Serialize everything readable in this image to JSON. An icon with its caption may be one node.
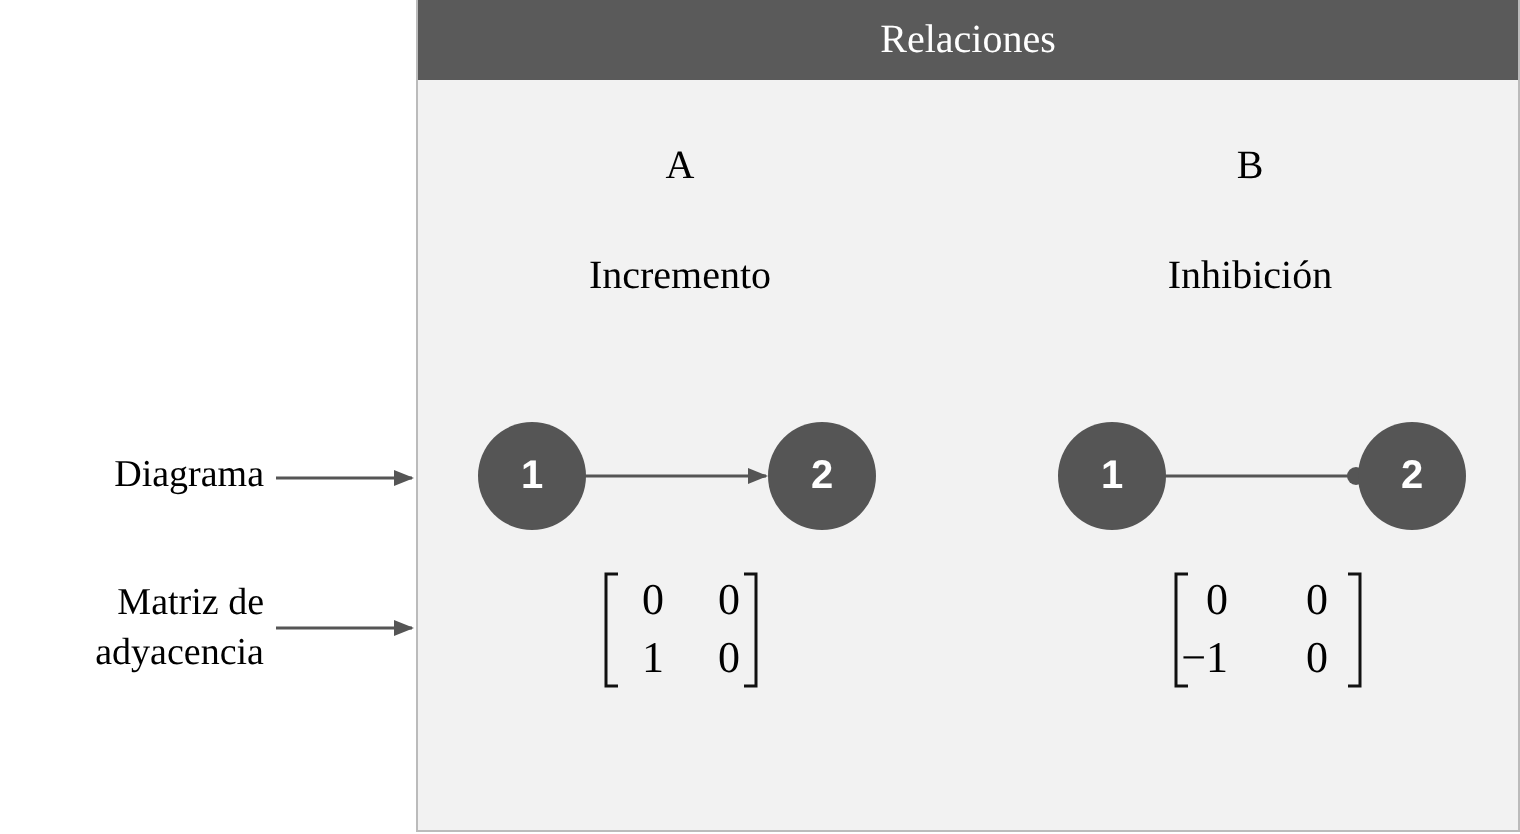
{
  "diagram": {
    "nodes": [
      {
        "text": [
          "Relaciones"
        ]
      },
      {
        "text": [
          "1"
        ],
        "in": 0
      },
      {
        "text": [
          "2"
        ],
        "in": 0
      },
      {
        "text": [
          "1"
        ],
        "in": 0
      },
      {
        "text": [
          "2"
        ],
        "in": 0
      },
      {
        "text": [
          "Diagrama"
        ]
      },
      {
        "text": [
          "Matriz de adyacencia"
        ]
      }
    ],
    "edges": [
      {
        "from": 1,
        "to": 2,
        "arrow": "to"
      },
      {
        "from": 3,
        "to": 4,
        "arrow": "other"
      },
      {
        "from": 5,
        "to": 0,
        "arrow": "to"
      },
      {
        "from": 6,
        "to": 0,
        "arrow": "to"
      }
    ],
    "labels": [
      "A",
      "Incremento",
      "B",
      "Inhibición",
      "0",
      "0",
      "1",
      "0",
      "0",
      "0",
      "−1",
      "0"
    ]
  }
}
